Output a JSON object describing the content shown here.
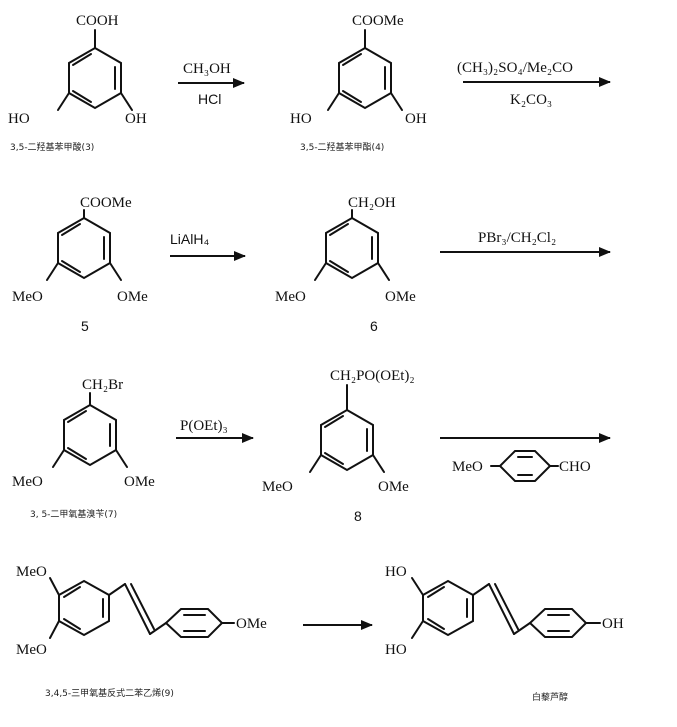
{
  "compound3": {
    "top": "COOH",
    "left": "HO",
    "right": "OH",
    "caption": "3,5-二羟基苯甲酸(3)"
  },
  "step1": {
    "reagent_top": "CH₃OH",
    "reagent_bottom": "HCl"
  },
  "compound4": {
    "top": "COOMe",
    "left": "HO",
    "right": "OH",
    "caption": "3,5-二羟基苯甲酯(4)"
  },
  "step2": {
    "reagent_top": "(CH₃)₂SO₄/Me₂CO",
    "reagent_bottom": "K₂CO₃"
  },
  "compound5": {
    "top": "COOMe",
    "left": "MeO",
    "right": "OMe",
    "number": "5"
  },
  "step3": {
    "reagent_top": "LiAlH₄"
  },
  "compound6": {
    "top": "CH₂OH",
    "left": "MeO",
    "right": "OMe",
    "number": "6"
  },
  "step4": {
    "reagent_top": "PBr₃/CH₂Cl₂"
  },
  "compound7": {
    "top": "CH₂Br",
    "left": "MeO",
    "right": "OMe",
    "caption": "3, 5-二甲氧基溴苄(7)"
  },
  "step5": {
    "reagent_top": "P(OEt)₃"
  },
  "compound8": {
    "top": "CH₂PO(OEt)₂",
    "left": "MeO",
    "right": "OMe",
    "number": "8"
  },
  "step6": {
    "reagent_left": "MeO",
    "reagent_right": "CHO"
  },
  "compound9": {
    "left_top": "MeO",
    "left_bottom": "MeO",
    "right": "OMe",
    "caption": "3,4,5-三甲氧基反式二苯乙烯(9)"
  },
  "product": {
    "left_top": "HO",
    "left_bottom": "HO",
    "right": "OH",
    "caption": "白藜芦醇"
  }
}
